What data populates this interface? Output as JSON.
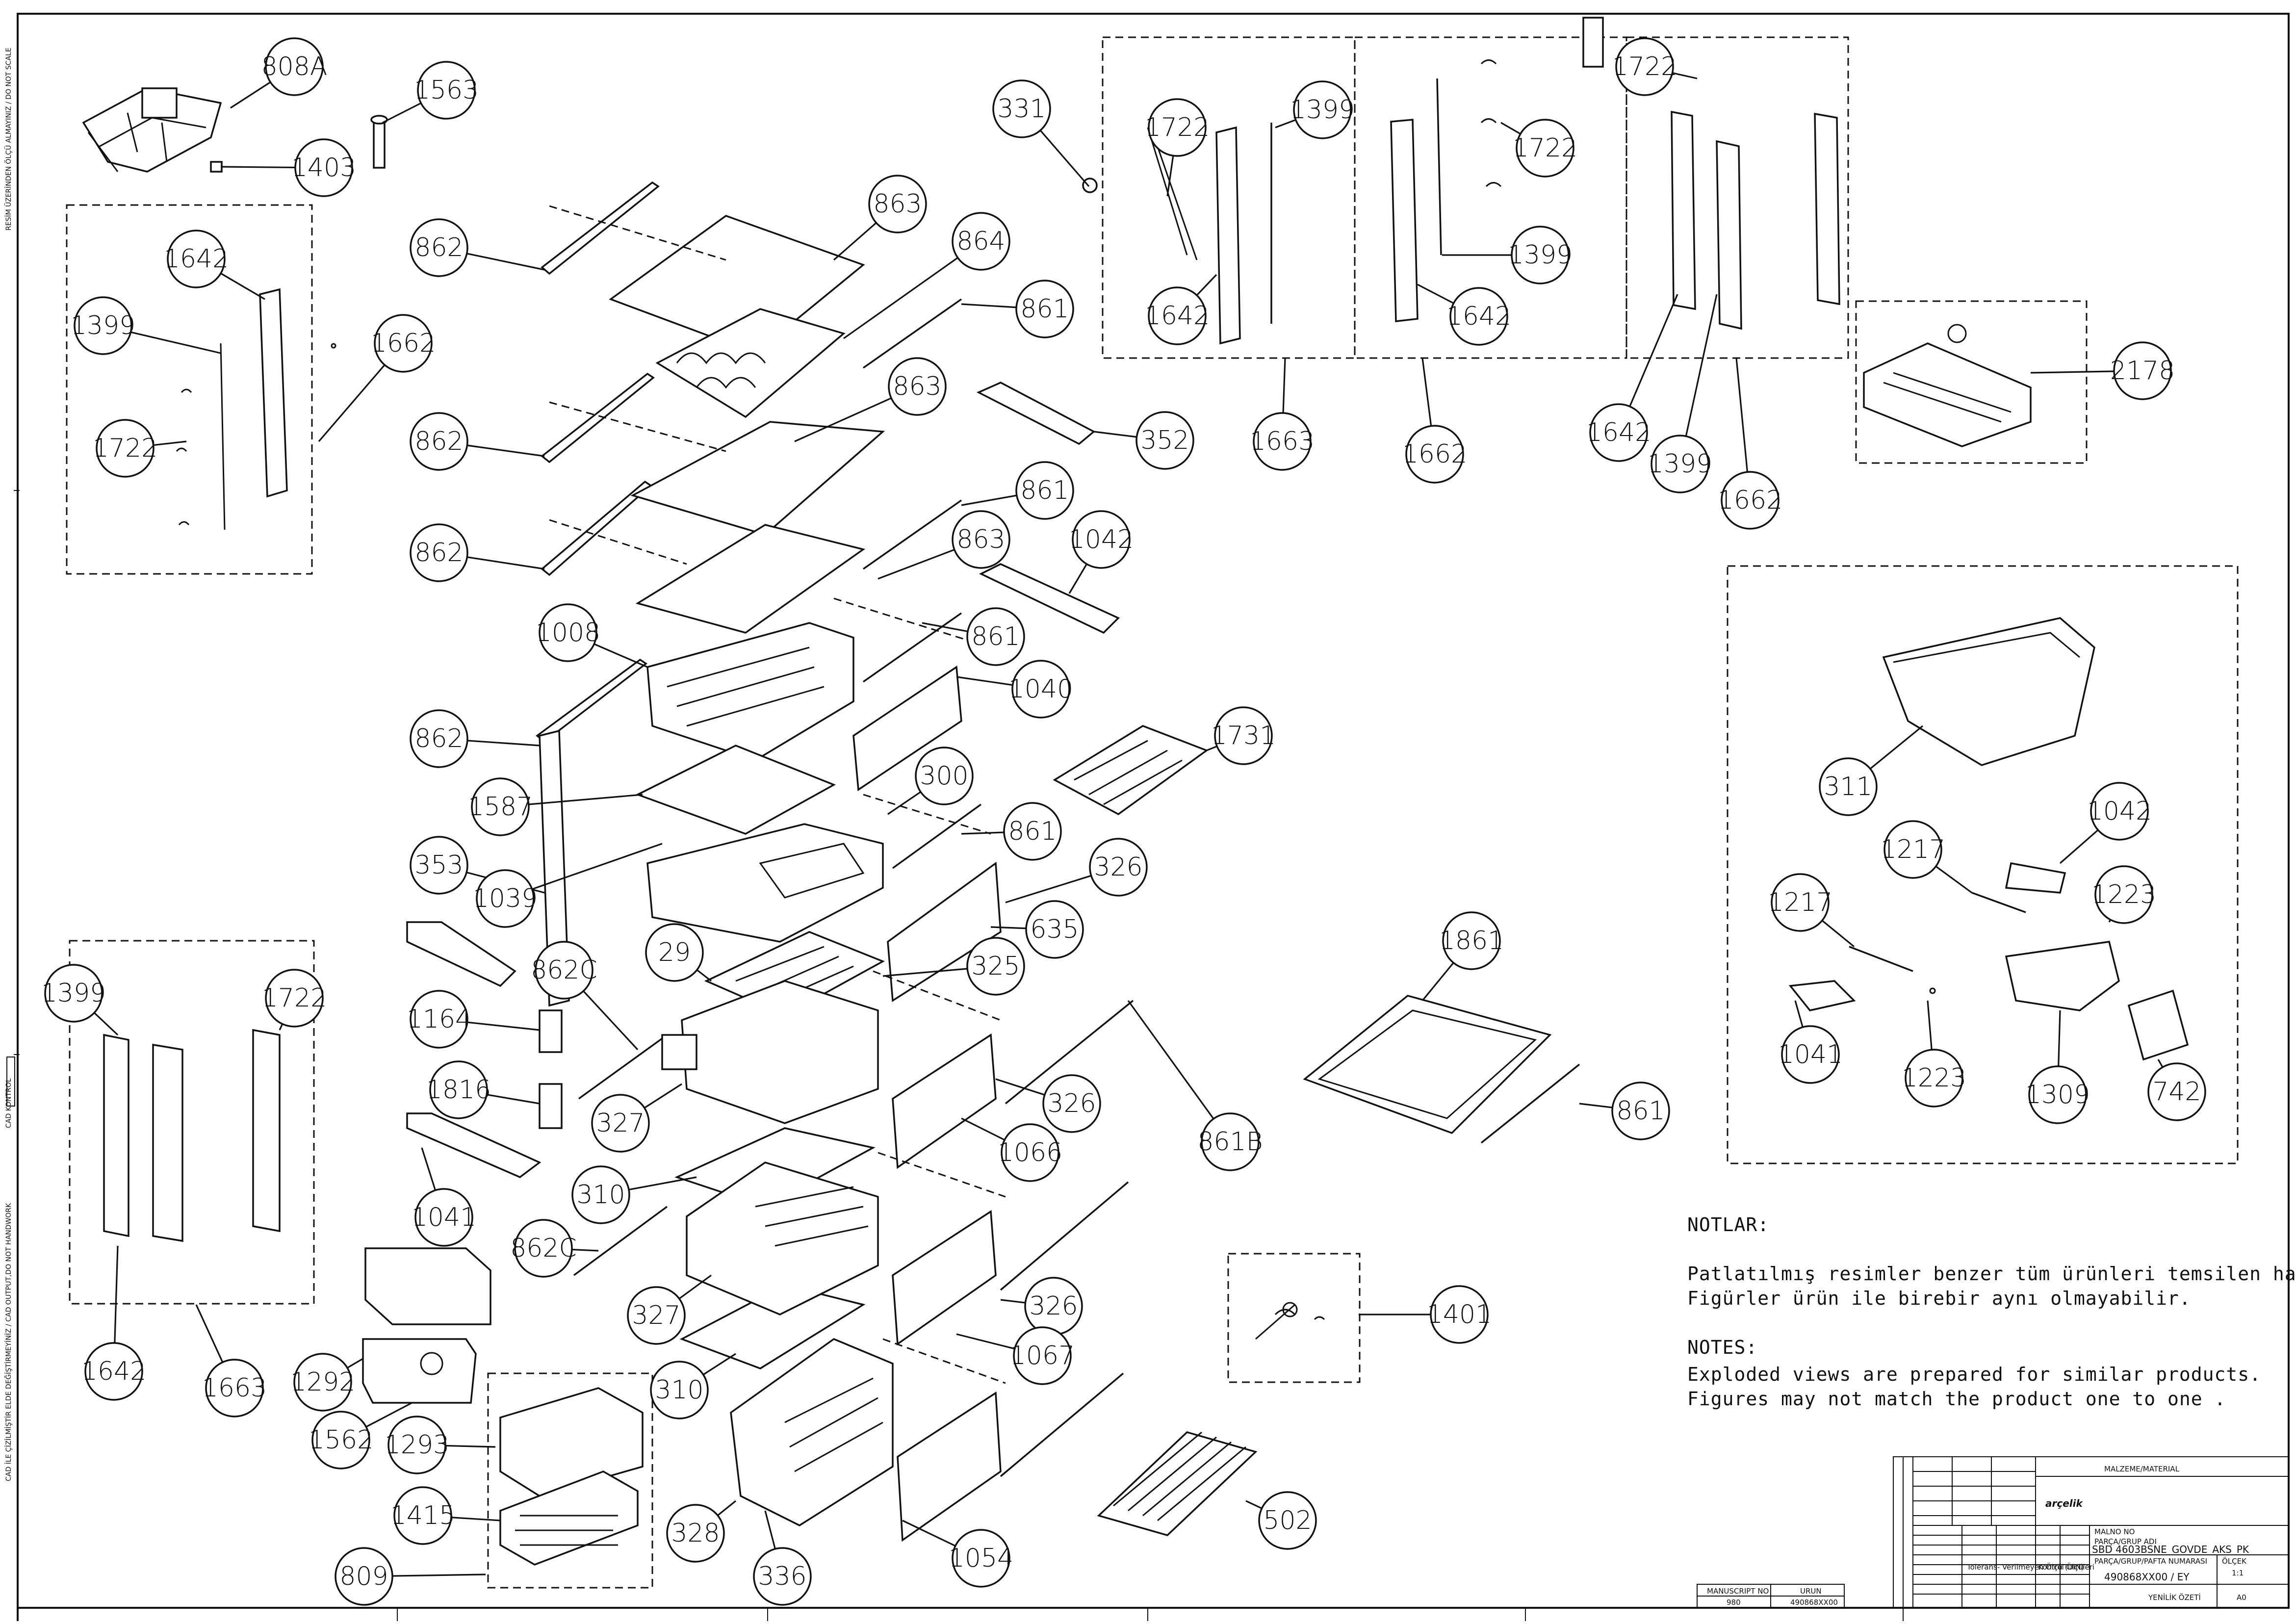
{
  "side_texts": [
    "RESİM ÜZERİNDEN ÖLÇÜ ALMAYINIZ / DO NOT SCALE",
    "CAD İLE ÇİZİLMİŞTİR ELDE DEĞİŞTİRMEYİNİZ / CAD OUTPUT,DO NOT HANDWORK",
    "CAD KONTROL"
  ],
  "notes": {
    "title_tr": "NOTLAR:",
    "line1_tr": "Patlatılmış  resimler benzer tüm ürünleri temsilen  hazırlanmıştır.",
    "line2_tr": "Figürler ürün ile birebir aynı olmayabilir.",
    "title_en": "NOTES:",
    "line1_en": "Exploded views are prepared for similar products.",
    "line2_en": "Figures  may not match the product one to one ."
  },
  "callouts": [
    {
      "label": "808A"
    },
    {
      "label": "1563"
    },
    {
      "label": "1403"
    },
    {
      "label": "1642"
    },
    {
      "label": "1399"
    },
    {
      "label": "1662"
    },
    {
      "label": "1722"
    },
    {
      "label": "862"
    },
    {
      "label": "863"
    },
    {
      "label": "864"
    },
    {
      "label": "861"
    },
    {
      "label": "862"
    },
    {
      "label": "863"
    },
    {
      "label": "352"
    },
    {
      "label": "862"
    },
    {
      "label": "861"
    },
    {
      "label": "863"
    },
    {
      "label": "1042"
    },
    {
      "label": "1008"
    },
    {
      "label": "861"
    },
    {
      "label": "1040"
    },
    {
      "label": "862"
    },
    {
      "label": "1731"
    },
    {
      "label": "300"
    },
    {
      "label": "1587"
    },
    {
      "label": "861"
    },
    {
      "label": "353"
    },
    {
      "label": "1039"
    },
    {
      "label": "326"
    },
    {
      "label": "635"
    },
    {
      "label": "29"
    },
    {
      "label": "862C"
    },
    {
      "label": "325"
    },
    {
      "label": "1164"
    },
    {
      "label": "1816"
    },
    {
      "label": "327"
    },
    {
      "label": "326"
    },
    {
      "label": "1066"
    },
    {
      "label": "861B"
    },
    {
      "label": "310"
    },
    {
      "label": "1041"
    },
    {
      "label": "862C"
    },
    {
      "label": "327"
    },
    {
      "label": "326"
    },
    {
      "label": "1067"
    },
    {
      "label": "310"
    },
    {
      "label": "1292"
    },
    {
      "label": "1562"
    },
    {
      "label": "1293"
    },
    {
      "label": "1415"
    },
    {
      "label": "809"
    },
    {
      "label": "328"
    },
    {
      "label": "336"
    },
    {
      "label": "1054"
    },
    {
      "label": "502"
    },
    {
      "label": "331"
    },
    {
      "label": "1722"
    },
    {
      "label": "1399"
    },
    {
      "label": "1642"
    },
    {
      "label": "1663"
    },
    {
      "label": "1722"
    },
    {
      "label": "1399"
    },
    {
      "label": "1642"
    },
    {
      "label": "1662"
    },
    {
      "label": "1722"
    },
    {
      "label": "1642"
    },
    {
      "label": "1399"
    },
    {
      "label": "1662"
    },
    {
      "label": "2178"
    },
    {
      "label": "311"
    },
    {
      "label": "1042"
    },
    {
      "label": "1217"
    },
    {
      "label": "1217"
    },
    {
      "label": "1223"
    },
    {
      "label": "1041"
    },
    {
      "label": "1223"
    },
    {
      "label": "1309"
    },
    {
      "label": "742"
    },
    {
      "label": "1861"
    },
    {
      "label": "861"
    },
    {
      "label": "1401"
    },
    {
      "label": "1399"
    },
    {
      "label": "1722"
    },
    {
      "label": "1642"
    },
    {
      "label": "1663"
    }
  ],
  "title_block": {
    "brand": "arçelik",
    "material_label": "MALZEME/MATERIAL",
    "malno_label": "MALNO NO",
    "group_label": "PARÇA/GRUP ADI",
    "group_name": "SBD 4603BSNE_GOVDE_AKS_PK",
    "part_number_label": "PARÇA/GRUP/PAFTA NUMARASI",
    "part_number": "490868XX00 / EY",
    "scale_label": "ÖLÇEK",
    "scale": "1:1",
    "sheet_size": "A0",
    "rev_label": "YENİLİK ÖZETİ",
    "tolerance_label": "Tolerans- Verilmeyen Ölçü (DIN)",
    "control_label": "Kontrol Ölçüleri",
    "manuscript_label": "MANUSCRIPT NO",
    "product_label": "URUN",
    "manuscript_no": "980",
    "product_no": "490868XX00"
  }
}
